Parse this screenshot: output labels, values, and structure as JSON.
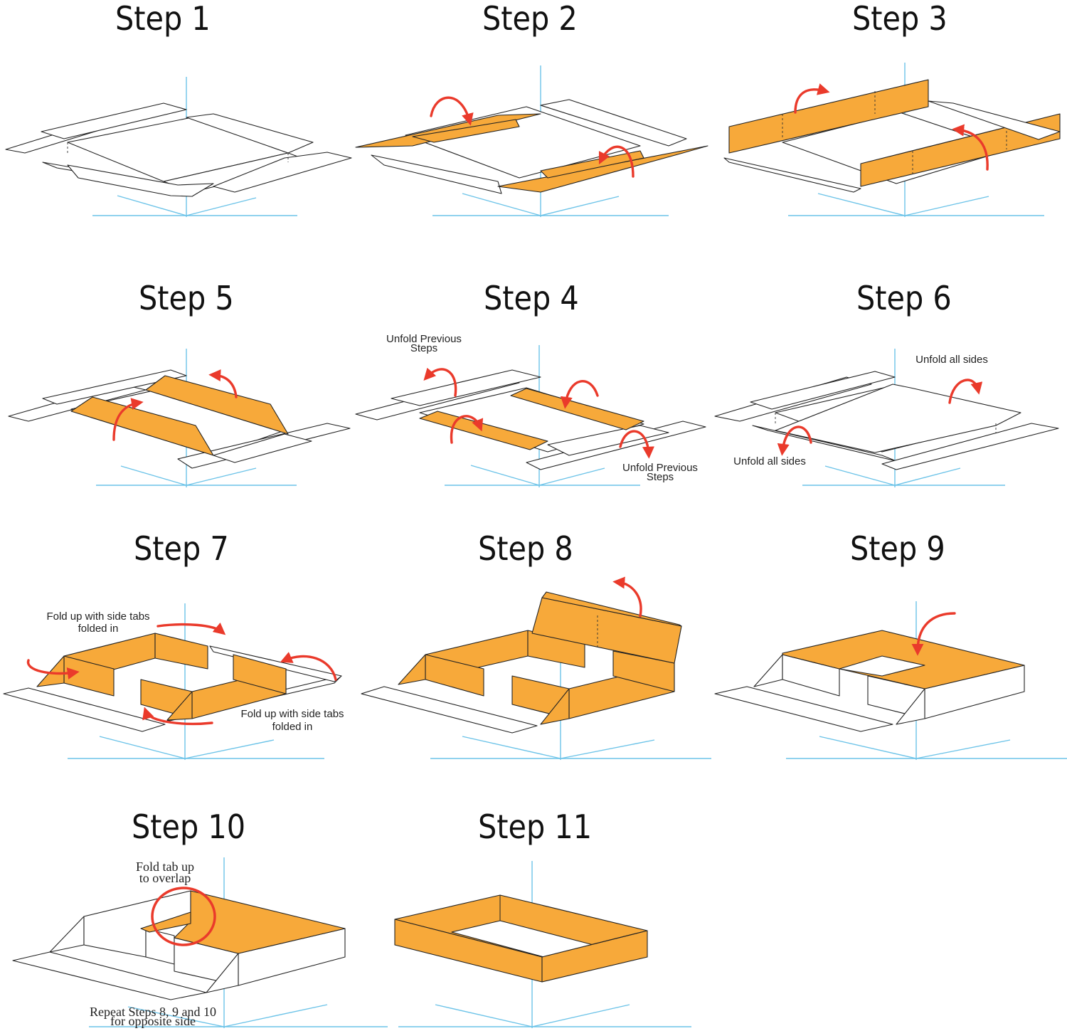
{
  "steps": [
    {
      "id": "step1",
      "title": "Step 1"
    },
    {
      "id": "step2",
      "title": "Step 2"
    },
    {
      "id": "step3",
      "title": "Step 3"
    },
    {
      "id": "step5",
      "title": "Step 5"
    },
    {
      "id": "step4",
      "title": "Step 4"
    },
    {
      "id": "step6",
      "title": "Step 6"
    },
    {
      "id": "step7",
      "title": "Step 7"
    },
    {
      "id": "step8",
      "title": "Step 8"
    },
    {
      "id": "step9",
      "title": "Step 9"
    },
    {
      "id": "step10",
      "title": "Step 10"
    },
    {
      "id": "step11",
      "title": "Step 11"
    }
  ],
  "notes": {
    "step4_top_l1": "Unfold Previous",
    "step4_top_l2": "Steps",
    "step4_bottom_l1": "Unfold Previous",
    "step4_bottom_l2": "Steps",
    "step6_top": "Unfold all sides",
    "step6_bottom": "Unfold all sides",
    "step7_top_l1": "Fold up with side tabs",
    "step7_top_l2": "folded in",
    "step7_bottom_l1": "Fold up with side tabs",
    "step7_bottom_l2": "folded in",
    "step10_top_l1": "Fold tab up",
    "step10_top_l2": "to overlap",
    "step10_bottom_l1": "Repeat Steps 8, 9 and 10",
    "step10_bottom_l2": "for opposite side"
  },
  "colors": {
    "panel_fill": "#f7a93a",
    "arrow": "#ea3a2b",
    "guide": "#6cc3e8",
    "outline": "#222222"
  }
}
